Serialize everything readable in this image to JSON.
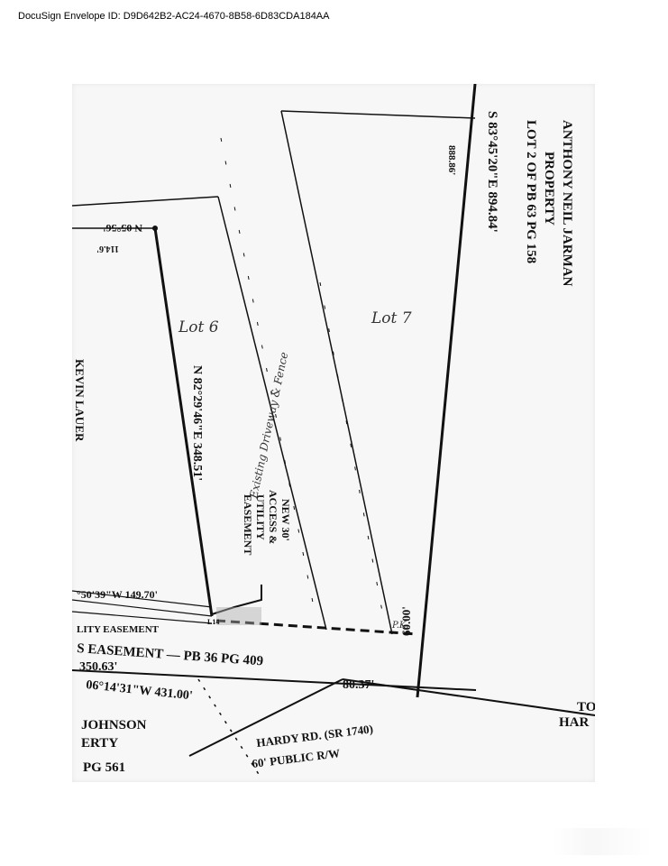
{
  "header": {
    "envelope_id": "DocuSign Envelope ID: D9D642B2-AC24-4670-8B58-6D83CDA184AA"
  },
  "plat": {
    "owner_label_1": "ANTHONY NEIL JARMAN",
    "owner_label_2": "PROPERTY",
    "owner_label_3": "LOT 2 OF PB 63 PG 158",
    "bearing_east": "S 83°45'20\"E 894.84'",
    "lot6": "Lot 6",
    "lot7": "Lot 7",
    "existing_driveway": "Existing Driveway & Fence",
    "new_easement_1": "NEW 30'",
    "new_easement_2": "ACCESS &",
    "new_easement_3": "UTILITY",
    "new_easement_4": "EASEMENT",
    "bearing_n82": "N 82°29'46\"E 348.51'",
    "bearing_n05": "N 05°56'",
    "dist_1146": "114.6'",
    "kevin": "KEVIN LAUER",
    "bearing_50": "°50'39\"W 149.70'",
    "utility_easement": "LITY EASEMENT",
    "l14": "L14",
    "easement_pb": "S EASEMENT — PB 36 PG 409",
    "dist_35063": "350.63'",
    "dist_8037": "80.37'",
    "dist_6000": "60.00'",
    "bearing_06": "06°14'31\"W 431.00'",
    "johnson": "JOHNSON",
    "erty": "ERTY",
    "pg561": "PG 561",
    "hardy": "HARDY RD. (SR 1740)",
    "public_rw": "60' PUBLIC R/W",
    "right_to": "TO",
    "right_har": "HAR",
    "pk": "P.K.",
    "hash_label": "888.86'"
  }
}
